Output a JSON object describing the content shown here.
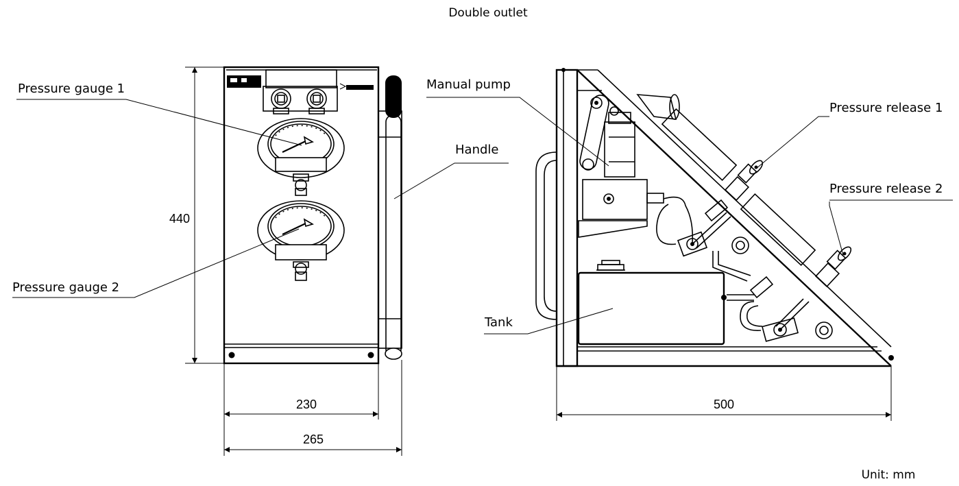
{
  "title": "Double outlet",
  "unit": "Unit: mm",
  "labels": {
    "pressure_gauge_1": "Pressure gauge 1",
    "pressure_gauge_2": "Pressure gauge 2",
    "handle": "Handle",
    "manual_pump": "Manual pump",
    "tank": "Tank",
    "pressure_release_1": "Pressure release 1",
    "pressure_release_2": "Pressure release 2"
  },
  "dimensions": {
    "height": "440",
    "width_body": "230",
    "width_total": "265",
    "depth": "500"
  }
}
